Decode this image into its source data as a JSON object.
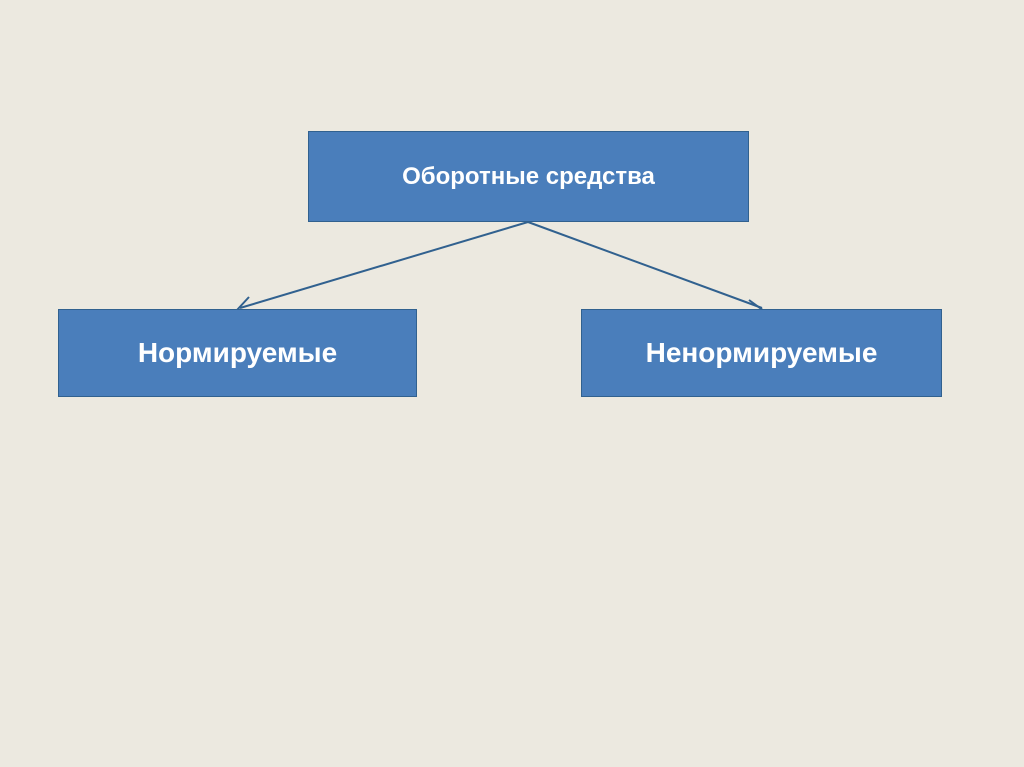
{
  "slide": {
    "background_color": "#ece9e0",
    "node_fill_color": "#4a7ebb",
    "node_border_color": "#31618f",
    "node_text_color": "#ffffff",
    "connector_color": "#31618f"
  },
  "diagram": {
    "type": "tree",
    "root": {
      "label": "Оборотные средства"
    },
    "children": [
      {
        "label": "Нормируемые"
      },
      {
        "label": "Ненормируемые"
      }
    ]
  }
}
